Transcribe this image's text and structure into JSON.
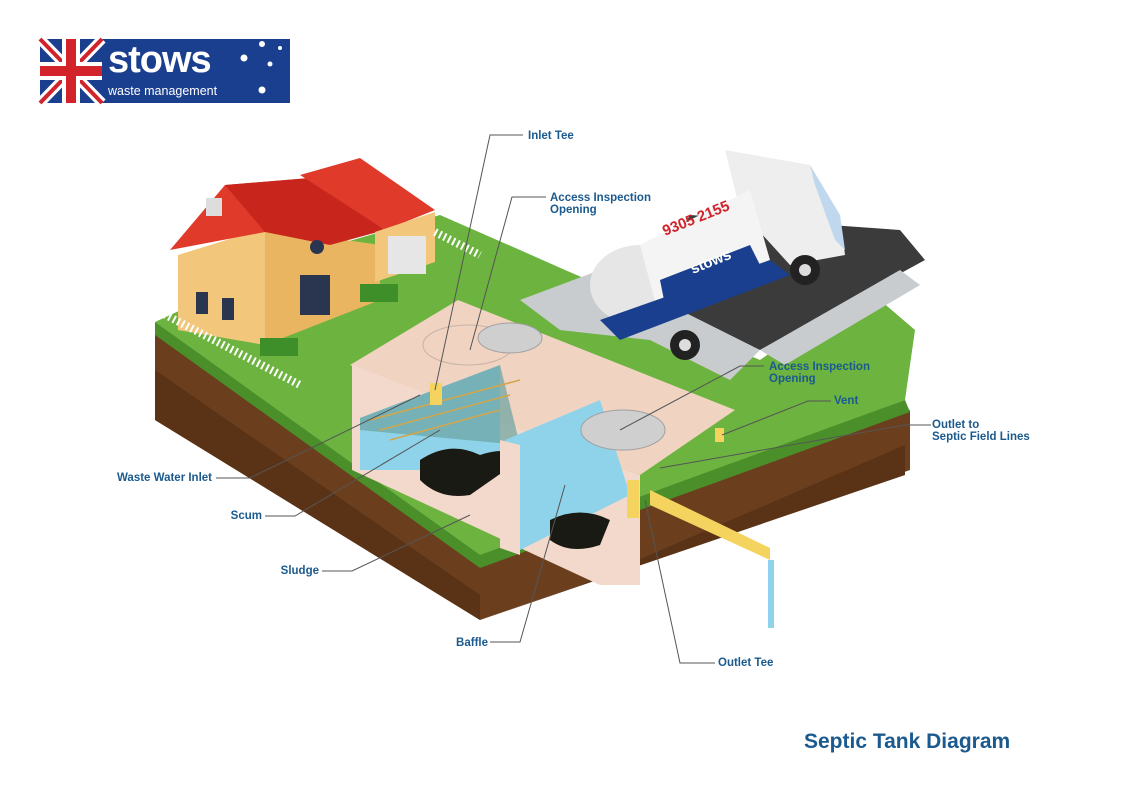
{
  "brand": {
    "name": "stows",
    "tagline": "waste management",
    "colors": {
      "navy": "#1b3f8f",
      "red": "#d2232a",
      "label_blue": "#1b5a8e"
    }
  },
  "truck": {
    "phone": "9305 2155",
    "brand": "stows"
  },
  "title": "Septic Tank Diagram",
  "labels": {
    "inlet_tee": "Inlet Tee",
    "access_top": [
      "Access Inspection",
      "Opening"
    ],
    "access_mid": [
      "Access Inspection",
      "Opening"
    ],
    "vent": "Vent",
    "outlet_field": [
      "Outlet to",
      "Septic Field Lines"
    ],
    "waste_water_inlet": "Waste Water Inlet",
    "scum": "Scum",
    "sludge": "Sludge",
    "baffle": "Baffle",
    "outlet_tee": "Outlet Tee"
  }
}
